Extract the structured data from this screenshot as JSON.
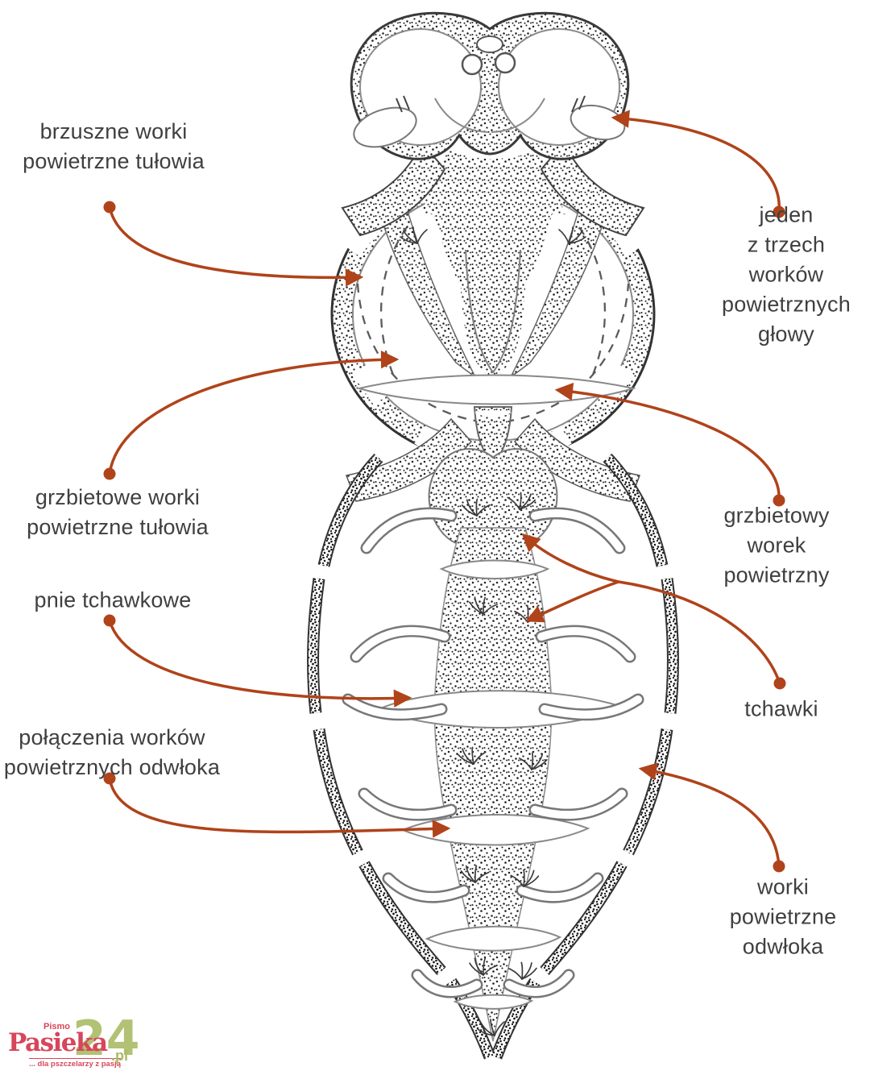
{
  "colors": {
    "arrow": "#b0431a",
    "text": "#3f3f3f",
    "logo_red": "#d7465b",
    "logo_green": "#a9bc66",
    "ink": "#2b2b2b"
  },
  "labels": {
    "brzuszne": "brzuszne worki\npowietrzne tułowia",
    "jeden": "jeden\nz trzech worków\npowietrznych\ngłowy",
    "grzbietowe": "grzbietowe worki\npowietrzne tułowia",
    "grzbietowy": "grzbietowy\nworek\npowietrzny",
    "pnie": "pnie tchawkowe",
    "tchawki": "tchawki",
    "polaczenia": "połączenia worków\npowietrznych odwłoka",
    "worki": "worki\npowietrzne\nodwłoka"
  },
  "logo": {
    "pismo": "Pismo",
    "name": "Pasieka",
    "number": "24",
    "tld": ".pl",
    "tagline": "... dla pszczelarzy z pasją"
  }
}
